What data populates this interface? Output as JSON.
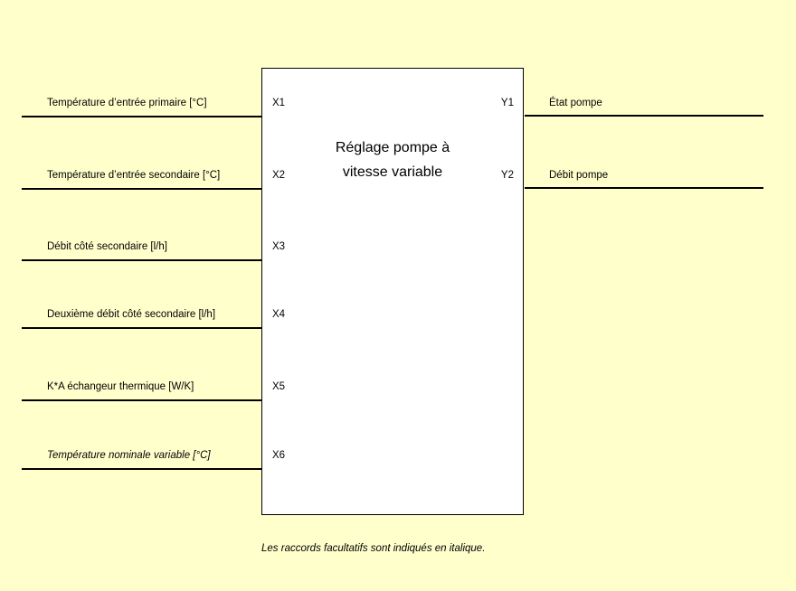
{
  "colors": {
    "background": "#FFFFCC",
    "block_fill": "#FFFFFF",
    "line": "#000000"
  },
  "block": {
    "title_line1": "Réglage pompe à",
    "title_line2": "vitesse variable"
  },
  "inputs": [
    {
      "port": "X1",
      "label": "Température d’entrée primaire [°C]",
      "italic": false
    },
    {
      "port": "X2",
      "label": "Température d’entrée secondaire [°C]",
      "italic": false
    },
    {
      "port": "X3",
      "label": "Débit côté secondaire [l/h]",
      "italic": false
    },
    {
      "port": "X4",
      "label": "Deuxième débit côté secondaire [l/h]",
      "italic": false
    },
    {
      "port": "X5",
      "label": "K*A échangeur thermique [W/K]",
      "italic": false
    },
    {
      "port": "X6",
      "label": "Température nominale variable [°C]",
      "italic": true
    }
  ],
  "outputs": [
    {
      "port": "Y1",
      "label": "État pompe"
    },
    {
      "port": "Y2",
      "label": "Débit pompe"
    }
  ],
  "footnote": "Les raccords facultatifs sont indiqués en italique."
}
